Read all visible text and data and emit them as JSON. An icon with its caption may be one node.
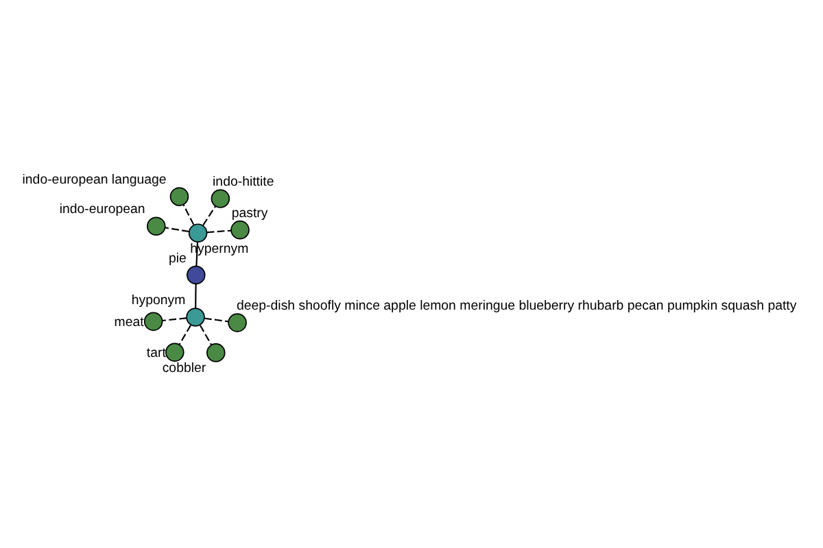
{
  "diagram": {
    "nodes": [
      {
        "text": [],
        "shape": "circle",
        "beside": [
          "pie"
        ]
      },
      {
        "text": [],
        "shape": "circle",
        "beside": [
          "hypernym"
        ]
      },
      {
        "text": [],
        "shape": "circle",
        "beside": [
          "pastry"
        ]
      },
      {
        "text": [],
        "shape": "circle",
        "beside": [
          "indo-european language"
        ]
      },
      {
        "text": [],
        "shape": "circle",
        "beside": [
          "indo-hittite"
        ]
      },
      {
        "text": [],
        "shape": "circle",
        "beside": [
          "indo-european"
        ]
      },
      {
        "text": [],
        "shape": "circle",
        "beside": [
          "hyponym"
        ]
      },
      {
        "text": [],
        "shape": "circle",
        "beside": [
          "deep-dish shoofly mince apple lemon meringue blueberry rhubarb pecan pumpkin squash patty"
        ]
      },
      {
        "text": [],
        "shape": "circle",
        "beside": [
          "meat"
        ]
      },
      {
        "text": [],
        "shape": "circle",
        "beside": [
          "tart"
        ]
      },
      {
        "text": [],
        "shape": "circle",
        "beside": [
          "cobbler"
        ]
      }
    ],
    "edges": [
      {
        "from": 0,
        "to": 1,
        "arrow": "none"
      },
      {
        "from": 1,
        "to": 2,
        "arrow": "none",
        "style": "dashed"
      },
      {
        "from": 1,
        "to": 3,
        "arrow": "none",
        "style": "dashed"
      },
      {
        "from": 1,
        "to": 4,
        "arrow": "none",
        "style": "dashed"
      },
      {
        "from": 1,
        "to": 5,
        "arrow": "none",
        "style": "dashed"
      },
      {
        "from": 0,
        "to": 6,
        "arrow": "none"
      },
      {
        "from": 6,
        "to": 7,
        "arrow": "none",
        "style": "dashed"
      },
      {
        "from": 6,
        "to": 8,
        "arrow": "none",
        "style": "dashed"
      },
      {
        "from": 6,
        "to": 9,
        "arrow": "none",
        "style": "dashed"
      },
      {
        "from": 6,
        "to": 10,
        "arrow": "none",
        "style": "dashed"
      }
    ]
  }
}
